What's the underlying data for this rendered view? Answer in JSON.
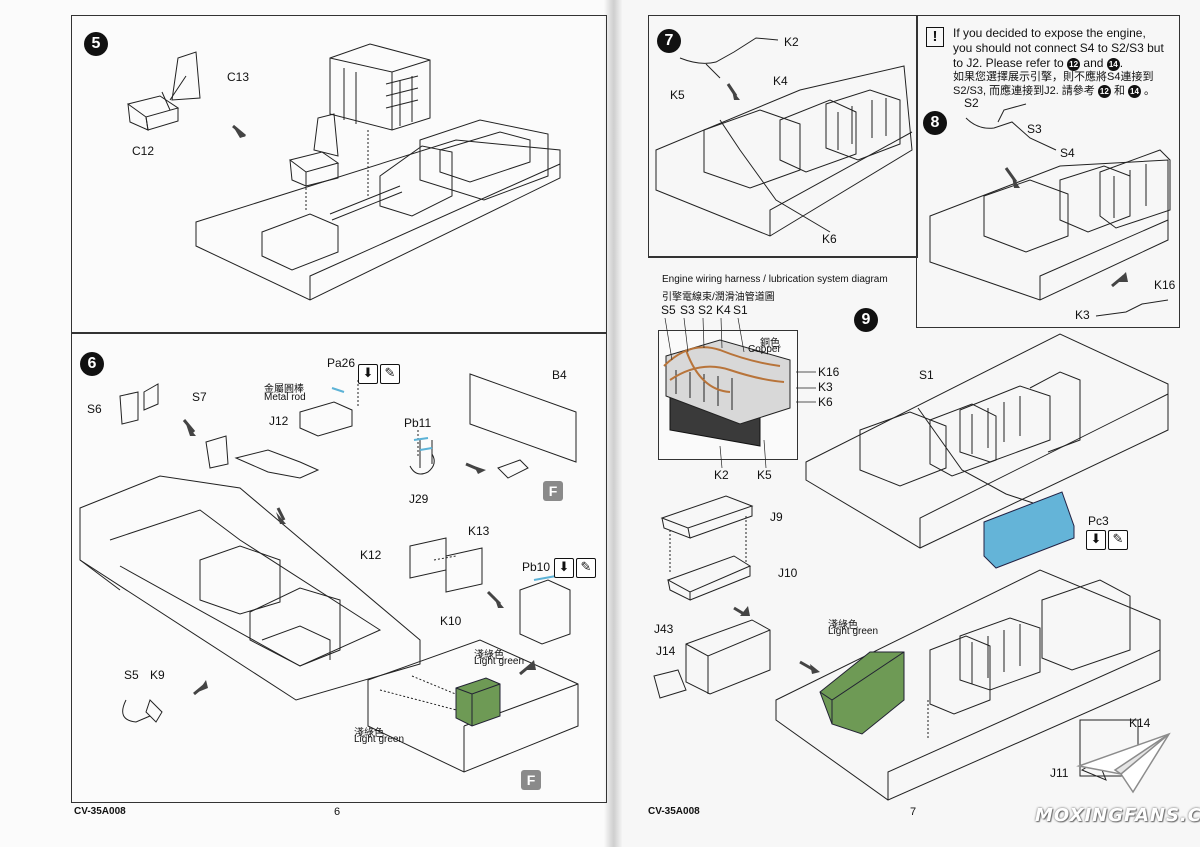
{
  "pages": [
    {
      "code": "CV-35A008",
      "number": "6"
    },
    {
      "code": "CV-35A008",
      "number": "7"
    }
  ],
  "steps": {
    "s5": {
      "num": "5",
      "parts": [
        "C13",
        "C12"
      ]
    },
    "s6": {
      "num": "6",
      "parts": [
        "Pa26",
        "S6",
        "S7",
        "J12",
        "Pb11",
        "J29",
        "B4",
        "K12",
        "K13",
        "Pb10",
        "K10",
        "S5",
        "K9"
      ],
      "metal_rod_zh": "金屬圓棒",
      "metal_rod_en": "Metal rod",
      "light_green_zh": "淺綠色",
      "light_green_en": "Light green",
      "fbadge": "F"
    },
    "s7": {
      "num": "7",
      "parts": [
        "K2",
        "K4",
        "K5",
        "K6"
      ]
    },
    "s8": {
      "num": "8",
      "parts": [
        "S2",
        "S3",
        "S4",
        "K16",
        "K3"
      ],
      "warning_icon": "!",
      "note_en_1": "If you decided to expose the engine,",
      "note_en_2": "you should not connect S4 to S2/S3 but",
      "note_en_3a": "to J2. Please refer to",
      "note_en_3b": "and",
      "note_zh_1": "如果您選擇展示引擎，則不應將S4連接到",
      "note_zh_2a": "S2/S3, 而應連接到J2. 請參考",
      "note_zh_2b": "和",
      "ref_a": "12",
      "ref_b": "14"
    },
    "s9": {
      "num": "9",
      "diagram_title_en": "Engine wiring harness / lubrication system diagram",
      "diagram_title_zh": "引擎電線束/潤滑油管道圖",
      "top_labels": [
        "S5",
        "S3",
        "S2",
        "K4",
        "S1"
      ],
      "copper_zh": "銅色",
      "copper_en": "Copper",
      "right_labels": [
        "K16",
        "K3",
        "K6"
      ],
      "bottom_labels": [
        "K2",
        "K5"
      ],
      "parts": [
        "S1",
        "Pc3",
        "J9",
        "J10",
        "J43",
        "J14",
        "K14",
        "J11"
      ],
      "light_green_zh": "淺綠色",
      "light_green_en": "Light green"
    }
  },
  "icons": {
    "paint_glue": "glue-icon",
    "paint_brush": "brush-icon"
  },
  "colors": {
    "light_green": "#6e9a55",
    "photo_etch": "#64b4d8",
    "copper": "#b8743a"
  },
  "watermark": "MOXINGFANS.COM"
}
